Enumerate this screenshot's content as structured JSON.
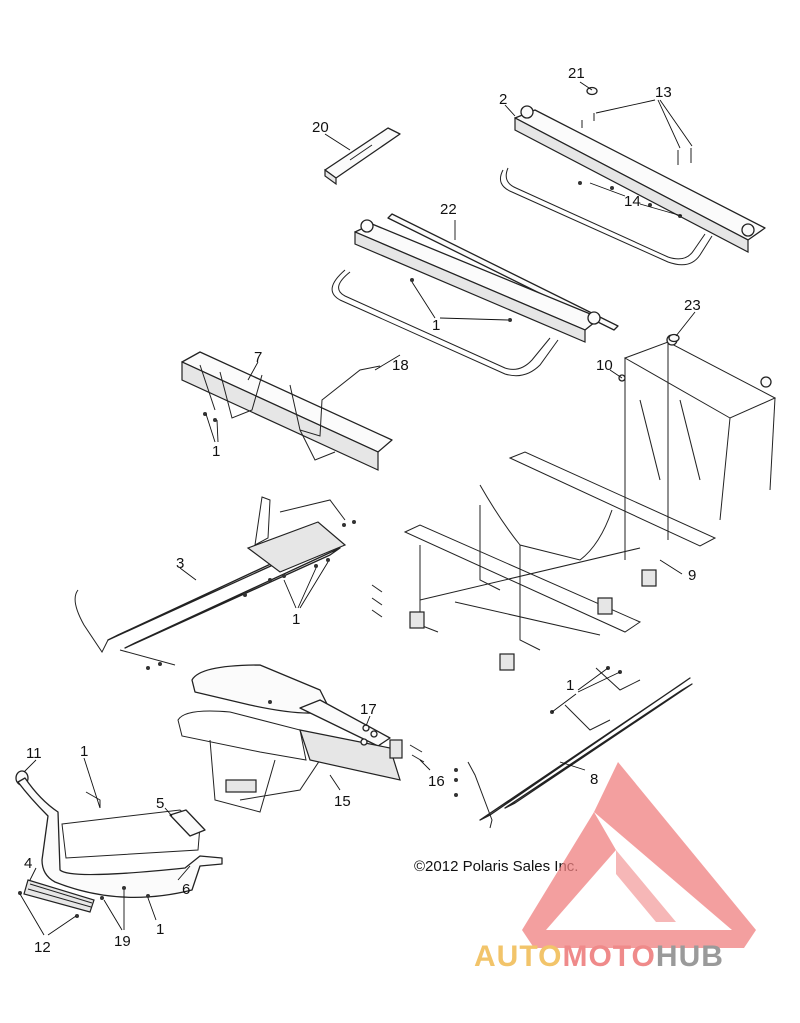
{
  "diagram": {
    "copyright": "©2012 Polaris Sales Inc.",
    "callouts": {
      "c1a": "1",
      "c1b": "1",
      "c1c": "1",
      "c1d": "1",
      "c1e": "1",
      "c1f": "1",
      "c2": "2",
      "c3": "3",
      "c4": "4",
      "c5": "5",
      "c6": "6",
      "c7": "7",
      "c8": "8",
      "c9": "9",
      "c10": "10",
      "c11": "11",
      "c12": "12",
      "c13": "13",
      "c14": "14",
      "c15": "15",
      "c16": "16",
      "c17": "17",
      "c18": "18",
      "c19": "19",
      "c20": "20",
      "c21": "21",
      "c22": "22",
      "c23": "23"
    }
  },
  "watermark": {
    "part1": "AUTO",
    "part2": "MOTO",
    "part3": "HUB",
    "colors": {
      "auto": "#f2c46a",
      "moto": "#ef8a8a",
      "hub": "#9a9a9a",
      "triangle": "#f08080"
    }
  }
}
